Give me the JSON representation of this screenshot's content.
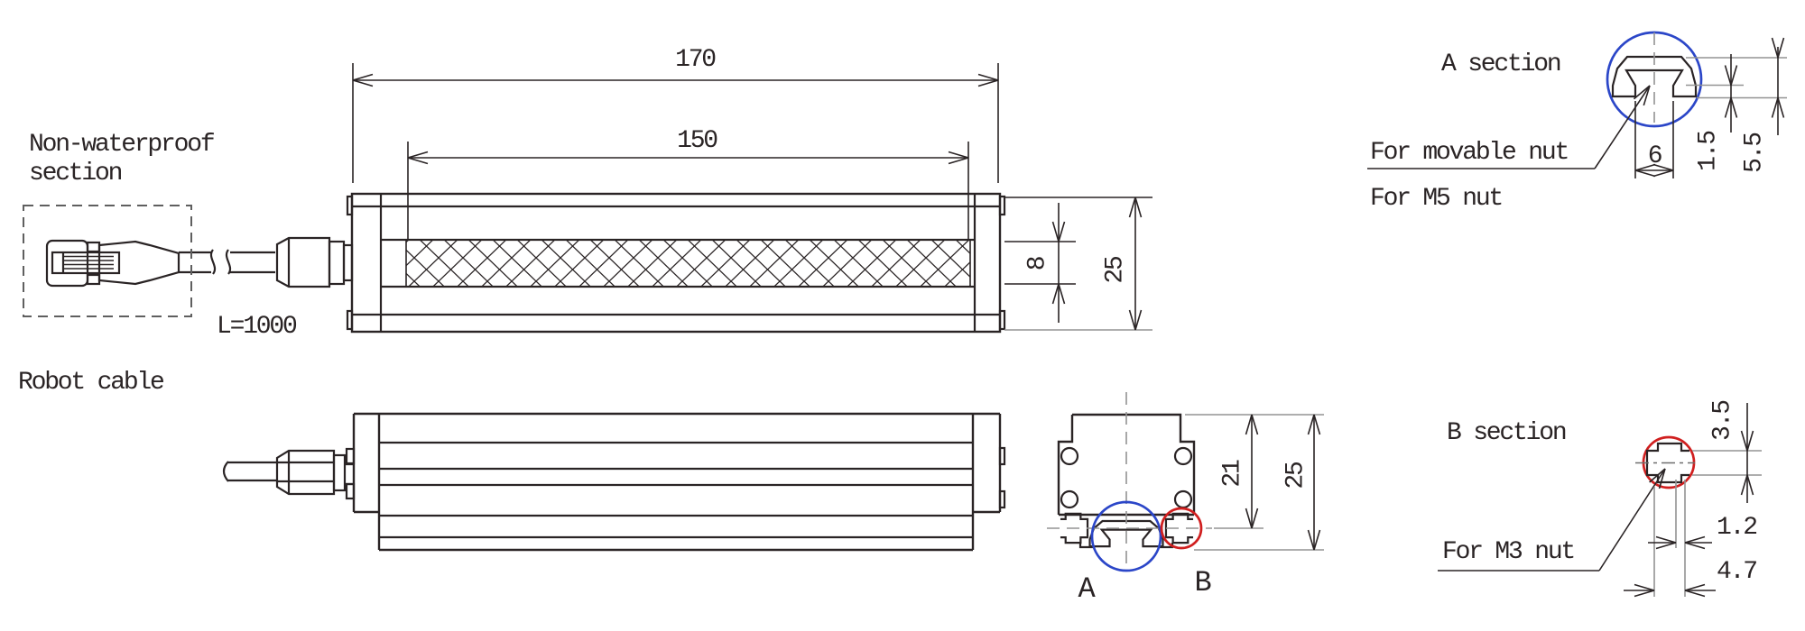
{
  "labels": {
    "non_waterproof_1": "Non-waterproof",
    "non_waterproof_2": "section",
    "robot_cable": "Robot cable",
    "cable_length": "L=1000",
    "a_section": "A section",
    "for_movable_nut": "For movable nut",
    "for_m5_nut": "For M5 nut",
    "b_section": "B section",
    "for_m3_nut": "For M3 nut",
    "callout_a": "A",
    "callout_b": "B"
  },
  "dimensions": {
    "overall_length": "170",
    "emitting_length": "150",
    "emitting_width": "8",
    "body_width": "25",
    "end_upper_height": "21",
    "end_total_height": "25",
    "a_groove_opening": "6",
    "a_lip_thickness": "1.5",
    "a_groove_depth": "5.5",
    "b_slot_height": "3.5",
    "b_slot_neck": "1.2",
    "b_slot_width": "4.7"
  },
  "colors": {
    "line": "#2A2425",
    "gray": "#939393",
    "blue": "#2B46C8",
    "red": "#D01F1F",
    "background": "#FFFFFF"
  }
}
